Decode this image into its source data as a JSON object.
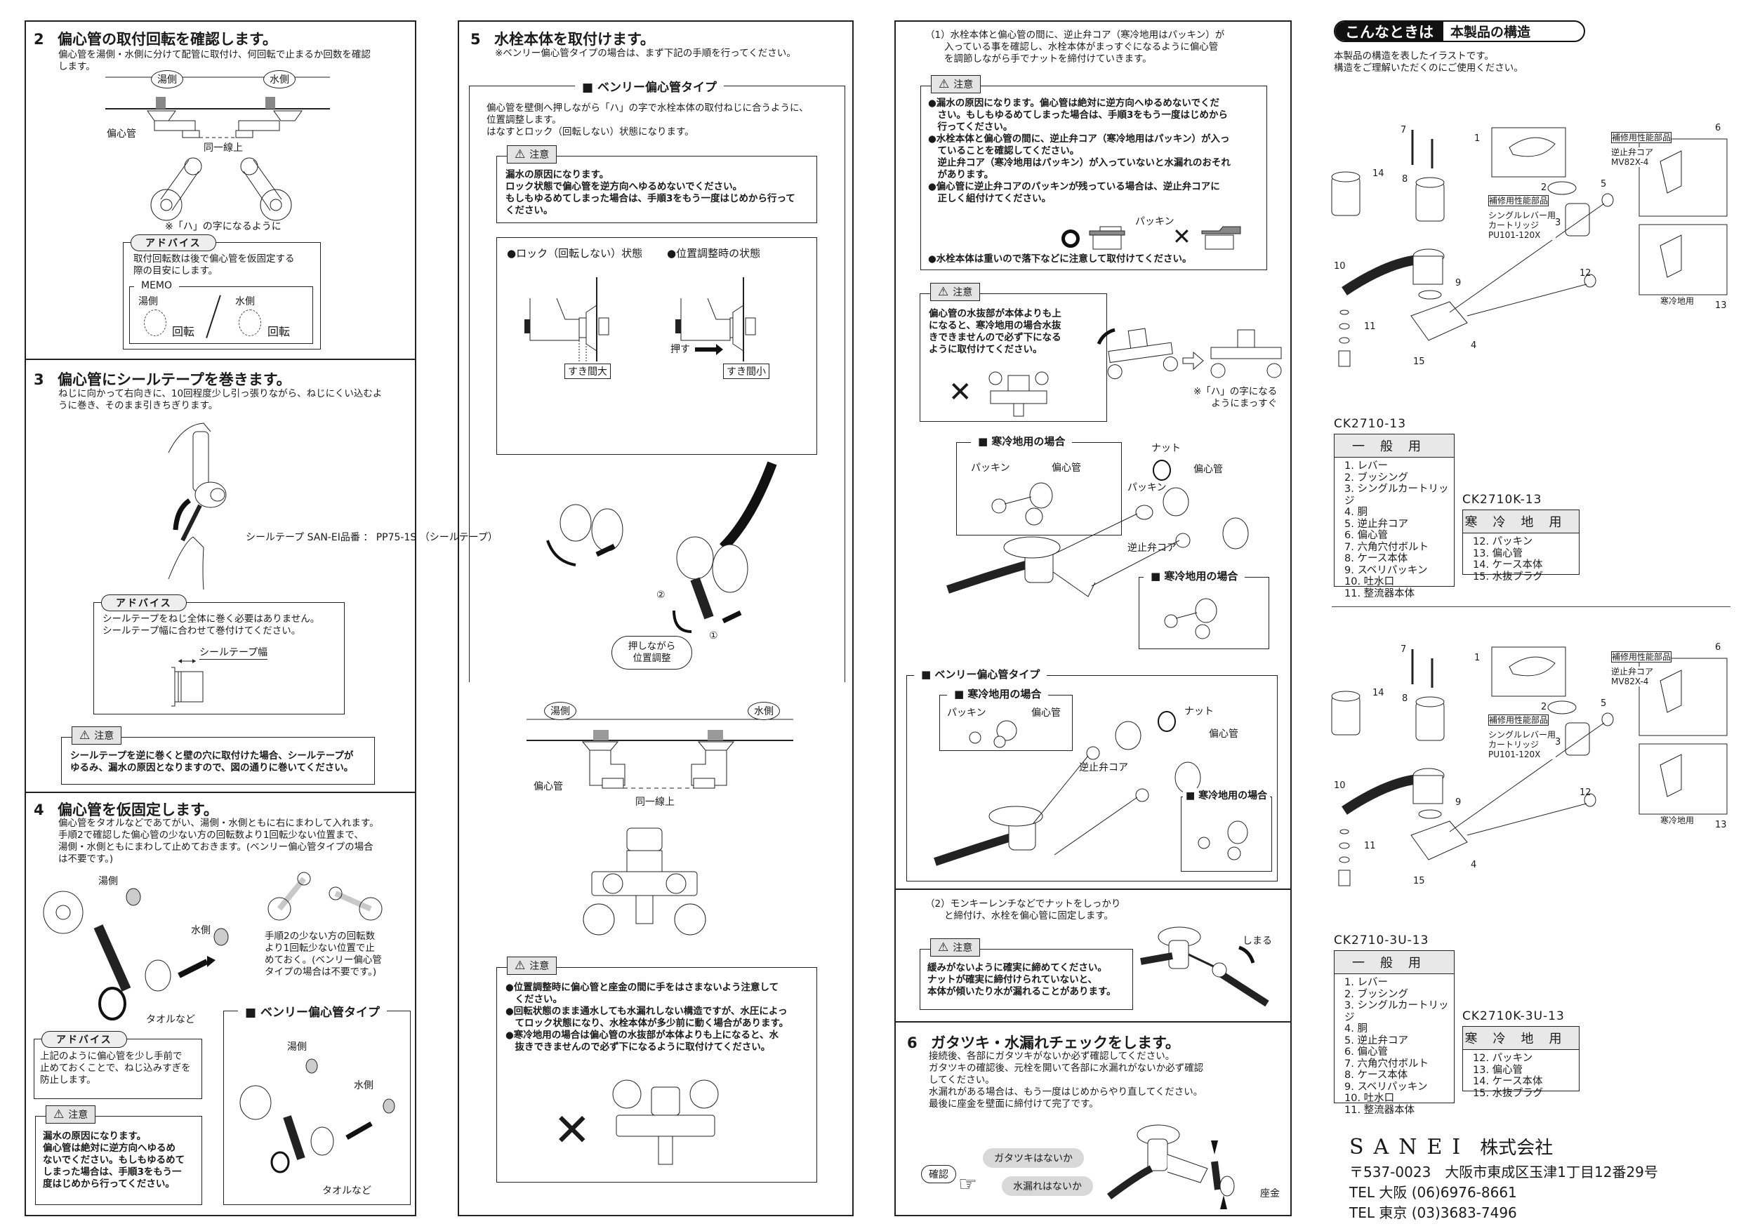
{
  "col1": {
    "step2": {
      "num": "2",
      "title": "偏心管の取付回転を確認します。",
      "desc": "偏心管を湯側・水側に分けて配管に取付け、何回転で止まるか回数を確認\nします。",
      "hot": "湯側",
      "cold": "水側",
      "pipe": "偏心管",
      "same_line": "同一線上",
      "note": "※「ハ」の字になるように",
      "advice_label": "アドバイス",
      "advice_text": "取付回転数は後で偏心管を仮固定する\n際の目安にします。",
      "memo": "MEMO",
      "memo_hot": "湯側",
      "memo_cold": "水側",
      "memo_unit_hot": "回転",
      "memo_unit_cold": "回転"
    },
    "step3": {
      "num": "3",
      "title": "偏心管にシールテープを巻きます。",
      "desc": "ねじに向かって右向きに、10回程度少し引っ張りながら、ねじにくい込むよ\nうに巻き、そのまま引きちぎります。",
      "tape_label": "シールテープ\nSAN-EI品番 ： PP75-1S\n（シールテープ）",
      "advice_label": "アドバイス",
      "advice_text": "シールテープをねじ全体に巻く必要はありません。\nシールテープ幅に合わせて巻付けてください。",
      "tape_width": "シールテープ幅",
      "caution_label": "注意",
      "caution_text": "シールテープを逆に巻くと壁の穴に取付けた場合、シールテープが\nゆるみ、漏水の原因となりますので、図の通りに巻いてください。"
    },
    "step4": {
      "num": "4",
      "title": "偏心管を仮固定します。",
      "desc": "偏心管をタオルなどであてがい、湯側・水側ともに右にまわして入れます。\n手順2で確認した偏心管の少ない方の回転数より1回転少ない位置まで、\n湯側・水側ともにまわして止めておきます。(ベンリー偏心管タイプの場合\nは不要です。)",
      "hot": "湯側",
      "cold": "水側",
      "towel": "タオルなど",
      "side_note": "手順2の少ない方の回転数\nより1回転少ない位置で止\nめておく。(ベンリー偏心管\nタイプの場合は不要です。)",
      "advice_label": "アドバイス",
      "advice_text": "上記のように偏心管を少し手前で\n止めておくことで、ねじ込みすぎを\n防止します。",
      "caution_label": "注意",
      "caution_text": "漏水の原因になります。\n偏心管は絶対に逆方向へゆるめ\nないでください。もしもゆるめて\nしまった場合は、手順3をもう一\n度はじめから行ってください。",
      "benly_title": "■ ベンリー偏心管タイプ",
      "benly_hot": "湯側",
      "benly_cold": "水側",
      "benly_towel": "タオルなど"
    }
  },
  "col2": {
    "step5": {
      "num": "5",
      "title": "水栓本体を取付けます。",
      "note": "※ベンリー偏心管タイプの場合は、まず下記の手順を行ってください。",
      "benly_title": "■ ベンリー偏心管タイプ",
      "benly_desc": "偏心管を壁側へ押しながら「ハ」の字で水栓本体の取付ねじに合うように、\n位置調整します。\nはなすとロック（回転しない）状態になります。",
      "caution1_label": "注意",
      "caution1_text": "漏水の原因になります。\nロック状態で偏心管を逆方向へゆるめないでください。\nもしもゆるめてしまった場合は、手順3をもう一度はじめから行って\nください。",
      "lock_state": "●ロック（回転しない）状態",
      "adjust_state": "●位置調整時の状態",
      "gap_large": "すき間大",
      "gap_small": "すき間小",
      "push": "押す",
      "adjust_bubble": "押しながら\n位置調整",
      "mark1": "①",
      "mark2": "②",
      "hot": "湯側",
      "cold": "水側",
      "pipe": "偏心管",
      "same_line": "同一線上",
      "caution2_label": "注意",
      "caution2_items": [
        "●位置調整時に偏心管と座金の間に手をはさまないよう注意して\n　ください。",
        "●回転状態のまま通水しても水漏れしない構造ですが、水圧によっ\n　てロック状態になり、水栓本体が多少前に動く場合があります。",
        "●寒冷地用の場合は偏心管の水抜部が本体よりも上になると、水\n　抜きできませんので必ず下になるように取付けてください。"
      ]
    }
  },
  "col3": {
    "sub1_text": "（1）水栓本体と偏心管の間に、逆止弁コア（寒冷地用はパッキン）が\n　　入っている事を確認し、水栓本体がまっすぐになるように偏心管\n　　を調節しながら手でナットを締付けていきます。",
    "caution1_label": "注意",
    "caution1_items": [
      "●漏水の原因になります。偏心管は絶対に逆方向へゆるめないでくだ\n　さい。もしもゆるめてしまった場合は、手順3をもう一度はじめから\n　行ってください。",
      "●水栓本体と偏心管の間に、逆止弁コア（寒冷地用はパッキン）が入っ\n　ていることを確認してください。\n　逆止弁コア（寒冷地用はパッキン）が入っていないと水漏れのおそれ\n　があります。",
      "●偏心管に逆止弁コアのパッキンが残っている場合は、逆止弁コアに\n　正しく組付けてください。"
    ],
    "packing": "パッキン",
    "caution1_last": "●水栓本体は重いので落下などに注意して取付けてください。",
    "caution2_label": "注意",
    "caution2_text": "偏心管の水抜部が本体よりも上\nになると、寒冷地用の場合水抜\nきできませんので必ず下になる\nように取付けてください。",
    "straight_note": "※「ハ」の字になる\nようにまっすぐ",
    "cold_region": "■ 寒冷地用の場合",
    "nut": "ナット",
    "pipe": "偏心管",
    "check_valve": "逆止弁コア",
    "benly_title": "■ ベンリー偏心管タイプ",
    "sub2_text": "（2）モンキーレンチなどでナットをしっかり\n　　と締付け、水栓を偏心管に固定します。",
    "tighten": "しまる",
    "caution3_label": "注意",
    "caution3_text": "緩みがないように確実に締めてください。\nナットが確実に締付けられていないと、\n本体が傾いたり水が漏れることがあります。",
    "step6": {
      "num": "6",
      "title": "ガタツキ・水漏れチェックをします。",
      "desc": "接続後、各部にガタツキがないか必ず確認してください。\nガタツキの確認後、元栓を開いて各部に水漏れがないか必ず確認\nしてください。\n水漏れがある場合は、もう一度はじめからやり直してください。\n最後に座金を壁面に締付けて完了です。",
      "check": "確認",
      "q1": "ガタツキはないか",
      "q2": "水漏れはないか",
      "washer": "座金"
    }
  },
  "col4": {
    "banner_a": "こんなときは",
    "banner_b": "本製品の構造",
    "desc": "本製品の構造を表したイラストです。\n構造をご理解いただくのにご使用ください。",
    "repair_tag": "補修用性能部品",
    "cartridge": "シングルレバー用\nカートリッジ\nPU101-120X",
    "check_valve_part": "逆止弁コア\nMV82X-4",
    "cold_use": "寒冷地用",
    "callouts": [
      "1",
      "2",
      "3",
      "4",
      "5",
      "6",
      "7",
      "8",
      "9",
      "10",
      "11",
      "12",
      "13",
      "14",
      "15"
    ],
    "set1": {
      "model_general": "CK2710-13",
      "model_cold": "CK2710K-13"
    },
    "set2": {
      "model_general": "CK2710-3U-13",
      "model_cold": "CK2710K-3U-13"
    },
    "general_header": "一般用",
    "cold_header": "寒冷地用",
    "general_parts": [
      "1. レバー",
      "2. ブッシング",
      "3. シングルカートリッジ",
      "4. 胴",
      "5. 逆止弁コア",
      "6. 偏心管",
      "7. 六角穴付ボルト",
      "8. ケース本体",
      "9. スベリパッキン",
      "10. 吐水口",
      "11. 整流器本体"
    ],
    "cold_parts": [
      "12. パッキン",
      "13. 偏心管",
      "14. ケース本体",
      "15. 水抜プラグ"
    ],
    "company": {
      "logo": "SANEI",
      "name": "株式会社",
      "address": "〒537-0023　大阪市東成区玉津1丁目12番29号",
      "tel_osaka": "TEL 大阪 (06)6976-8661",
      "tel_tokyo": "TEL 東京 (03)3683-7496"
    }
  }
}
